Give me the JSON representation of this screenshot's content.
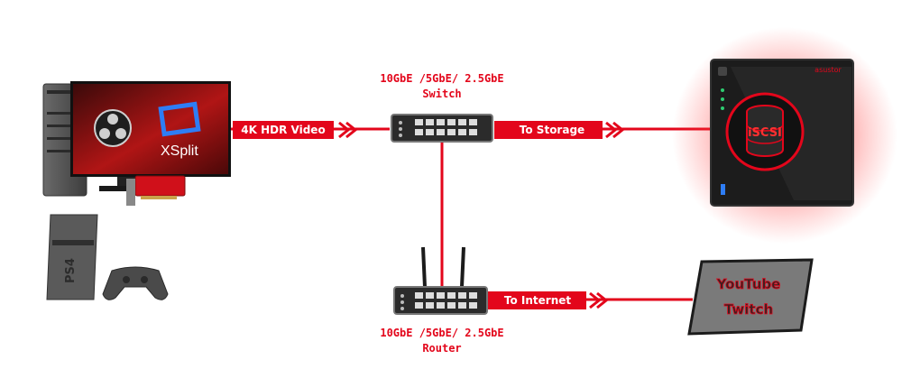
{
  "switch": {
    "label_line1": "10GbE /5GbE/ 2.5GbE",
    "label_line2": "Switch"
  },
  "router": {
    "label_line1": "10GbE /5GbE/ 2.5GbE",
    "label_line2": "Router"
  },
  "links": {
    "video": "4K HDR Video",
    "storage": "To Storage",
    "internet": "To Internet"
  },
  "software": {
    "xsplit": "XSplit",
    "obs": "OBS"
  },
  "console": {
    "label": "PS4"
  },
  "nas": {
    "brand": "asustor",
    "protocol": "iSCSI"
  },
  "platforms": {
    "youtube": "YouTube",
    "twitch": "Twitch"
  },
  "colors": {
    "accent_red": "#e3061b",
    "dark": "#1b1b1b",
    "gray": "#7a7a7a"
  }
}
